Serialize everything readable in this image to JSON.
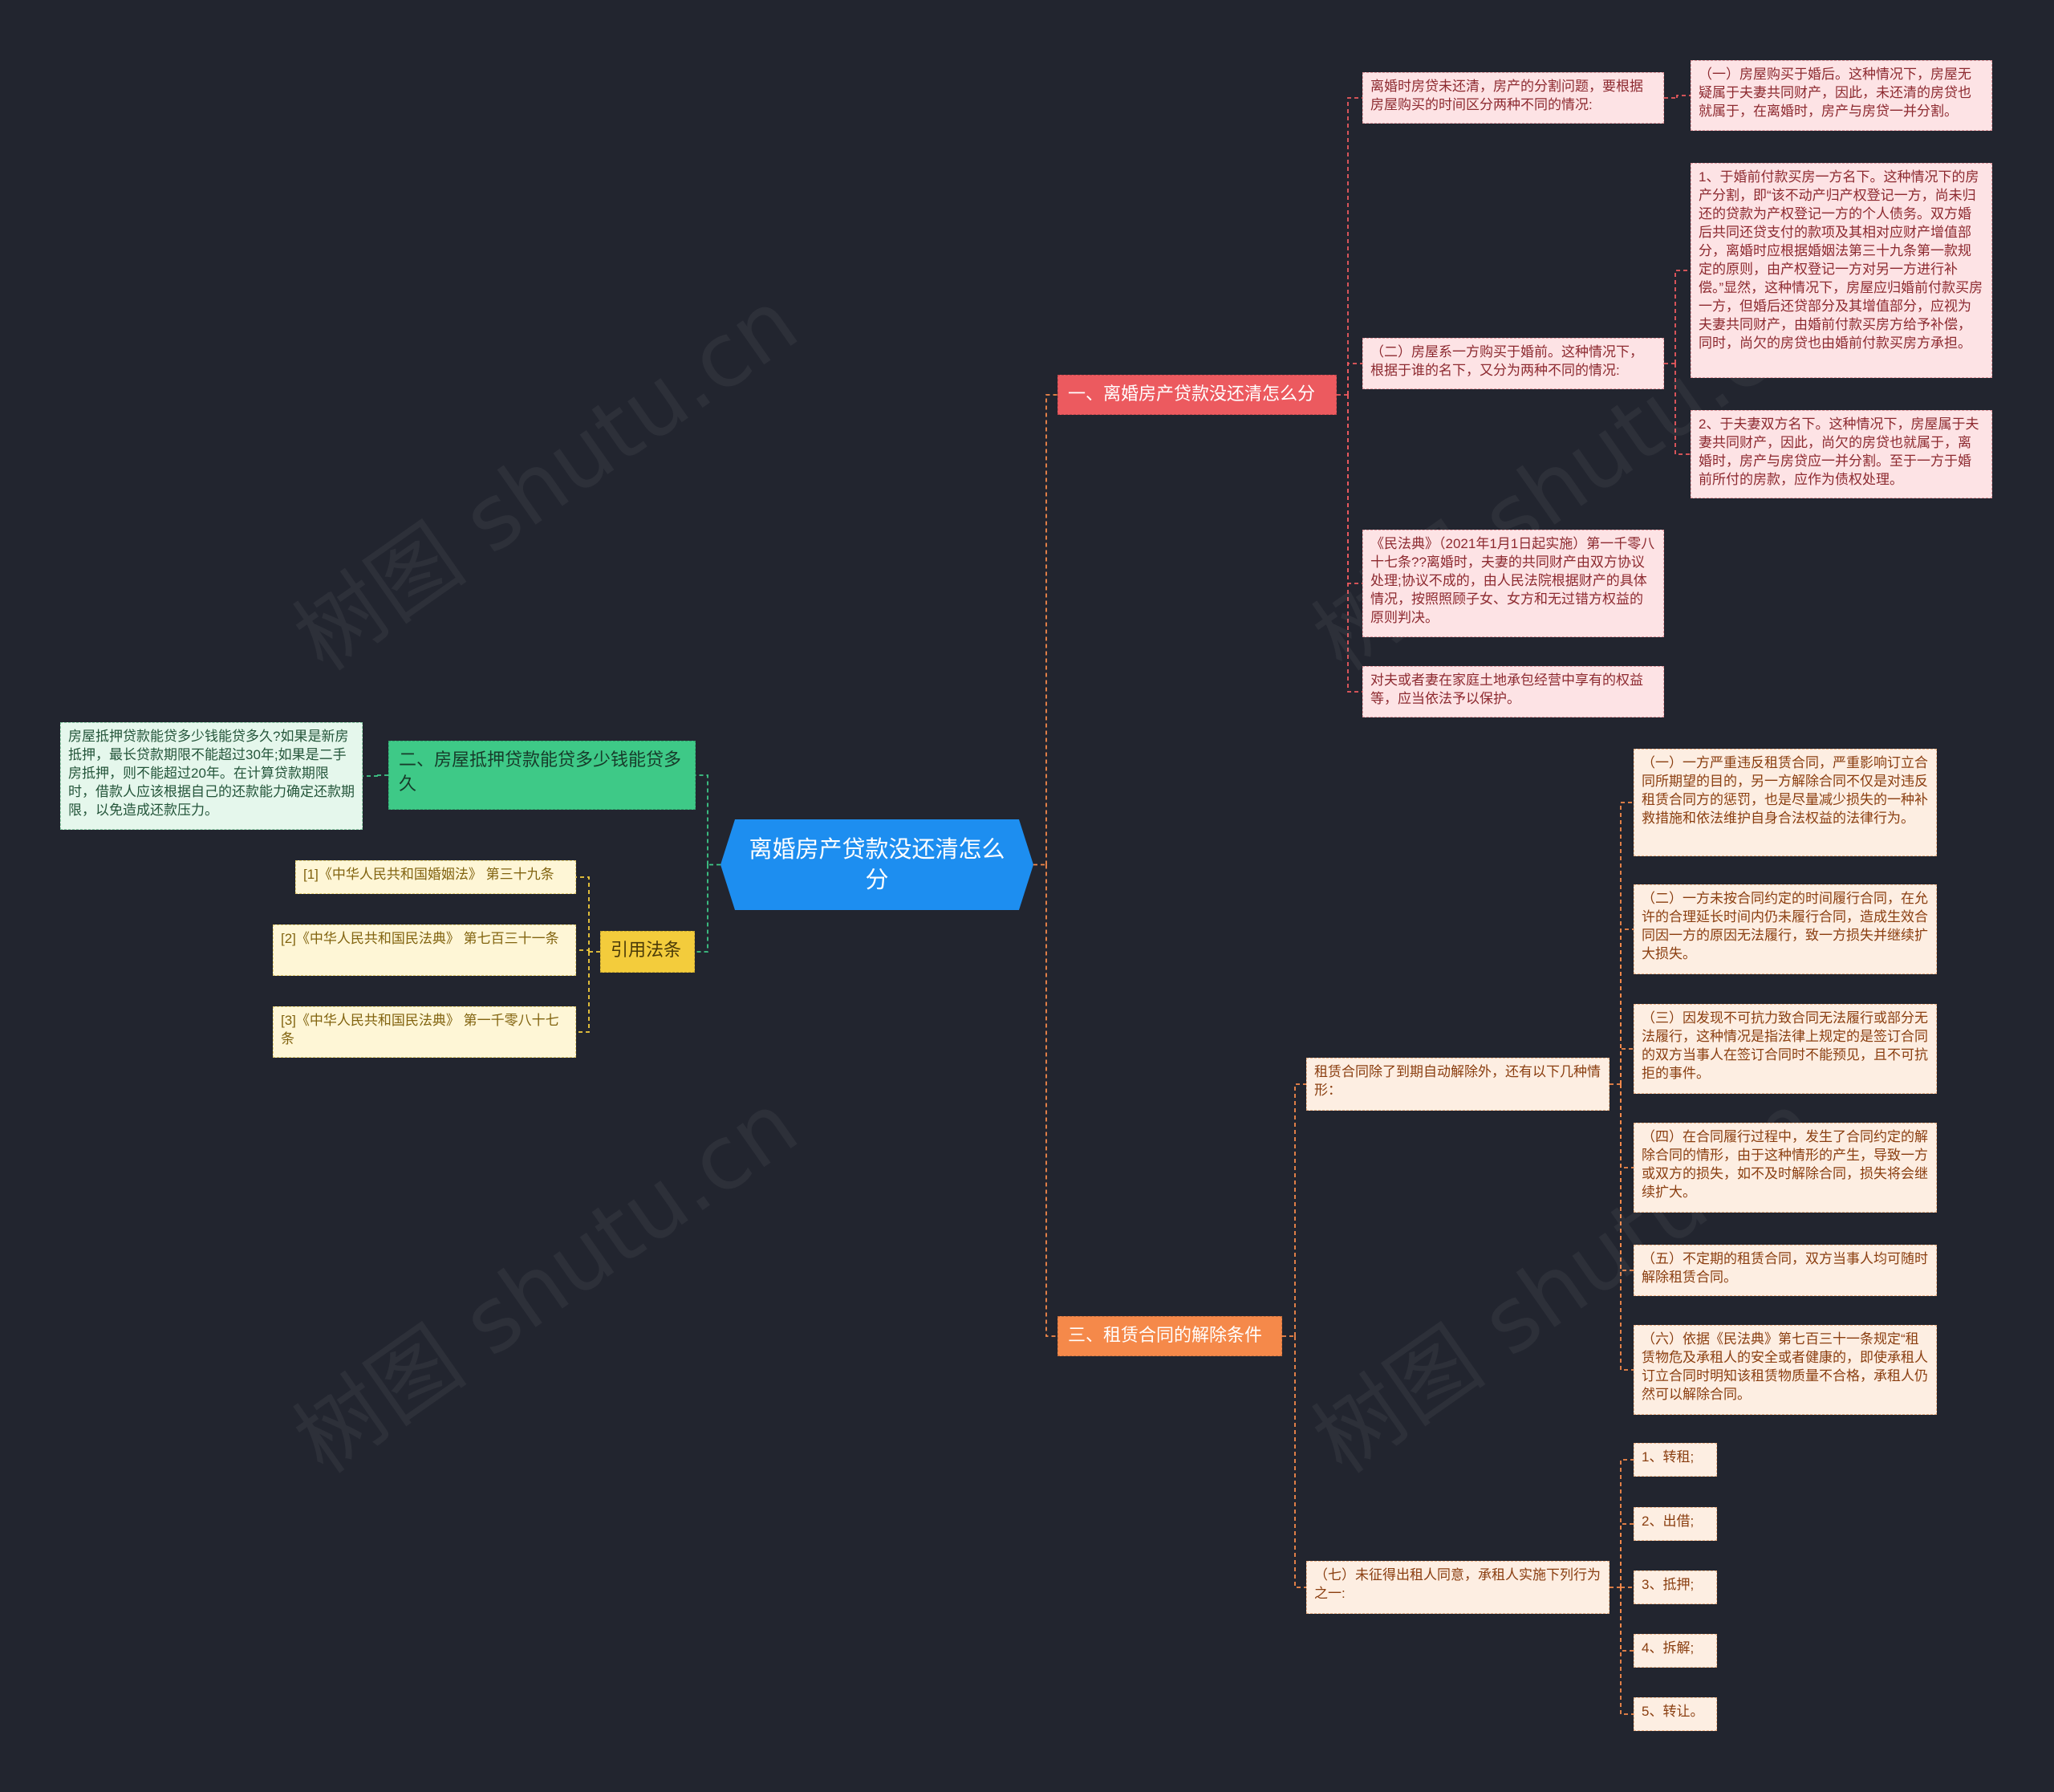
{
  "colors": {
    "background": "#22252f",
    "root": "#1d8ef0",
    "branch1": "#ec5a5f",
    "branch2": "#3ec987",
    "branch3": "#f5894a",
    "branch4": "#f3cc3c"
  },
  "watermark": "树图 shutu.cn",
  "root": {
    "text": "离婚房产贷款没还清怎么分"
  },
  "branch1": {
    "label": "一、离婚房产贷款没还清怎么分",
    "n1": "离婚时房贷未还清，房产的分割问题，要根据房屋购买的时间区分两种不同的情况:",
    "n1a": "（一）房屋购买于婚后。这种情况下，房屋无疑属于夫妻共同财产，因此，未还清的房贷也就属于，在离婚时，房产与房贷一并分割。",
    "n2": "（二）房屋系一方购买于婚前。这种情况下，根据于谁的名下，又分为两种不同的情况:",
    "n2a": "1、于婚前付款买房一方名下。这种情况下的房产分割，即“该不动产归产权登记一方，尚未归还的贷款为产权登记一方的个人债务。双方婚后共同还贷支付的款项及其相对应财产增值部分，离婚时应根据婚姻法第三十九条第一款规定的原则，由产权登记一方对另一方进行补偿。”显然，这种情况下，房屋应归婚前付款买房一方，但婚后还贷部分及其增值部分，应视为夫妻共同财产，由婚前付款买房方给予补偿，同时，尚欠的房贷也由婚前付款买房方承担。",
    "n2b": "2、于夫妻双方名下。这种情况下，房屋属于夫妻共同财产，因此，尚欠的房贷也就属于，离婚时，房产与房贷应一并分割。至于一方于婚前所付的房款，应作为债权处理。",
    "n3": "《民法典》（2021年1月1日起实施）第一千零八十七条??离婚时，夫妻的共同财产由双方协议处理;协议不成的，由人民法院根据财产的具体情况，按照照顾子女、女方和无过错方权益的原则判决。",
    "n4": "对夫或者妻在家庭土地承包经营中享有的权益等，应当依法予以保护。"
  },
  "branch2": {
    "label": "二、房屋抵押贷款能贷多少钱能贷多久",
    "n1": "房屋抵押贷款能贷多少钱能贷多久?如果是新房抵押，最长贷款期限不能超过30年;如果是二手房抵押，则不能超过20年。在计算贷款期限时，借款人应该根据自己的还款能力确定还款期限，以免造成还款压力。"
  },
  "branch3": {
    "label": "三、租赁合同的解除条件",
    "g1": "租赁合同除了到期自动解除外，还有以下几种情形：",
    "c1": "（一）一方严重违反租赁合同，严重影响订立合同所期望的目的，另一方解除合同不仅是对违反租赁合同方的惩罚，也是尽量减少损失的一种补救措施和依法维护自身合法权益的法律行为。",
    "c2": "（二）一方未按合同约定的时间履行合同，在允许的合理延长时间内仍未履行合同，造成生效合同因一方的原因无法履行，致一方损失并继续扩大损失。",
    "c3": "（三）因发现不可抗力致合同无法履行或部分无法履行，这种情况是指法律上规定的是签订合同的双方当事人在签订合同时不能预见，且不可抗拒的事件。",
    "c4": "（四）在合同履行过程中，发生了合同约定的解除合同的情形，由于这种情形的产生，导致一方或双方的损失，如不及时解除合同，损失将会继续扩大。",
    "c5": "（五）不定期的租赁合同，双方当事人均可随时解除租赁合同。",
    "c6": "（六）依据《民法典》第七百三十一条规定“租赁物危及承租人的安全或者健康的，即使承租人订立合同时明知该租赁物质量不合格，承租人仍然可以解除合同。",
    "g2": "（七）未征得出租人同意，承租人实施下列行为之一:",
    "d1": "1、转租;",
    "d2": "2、出借;",
    "d3": "3、抵押;",
    "d4": "4、拆解;",
    "d5": "5、转让。"
  },
  "branch4": {
    "label": "引用法条",
    "n1": "[1]《中华人民共和国婚姻法》 第三十九条",
    "n2": "[2]《中华人民共和国民法典》 第七百三十一条",
    "n3": "[3]《中华人民共和国民法典》 第一千零八十七条"
  }
}
